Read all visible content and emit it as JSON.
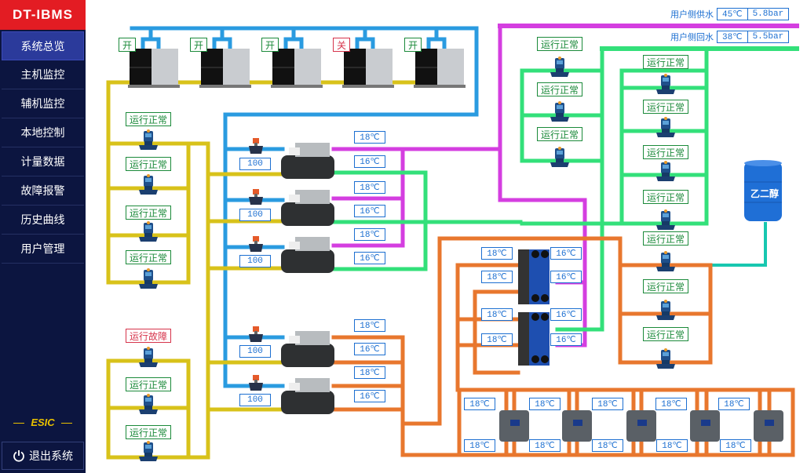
{
  "app": {
    "logo": "DT-IBMS",
    "brand": "ESIC",
    "logout_label": "退出系统"
  },
  "sidebar": {
    "items": [
      {
        "label": "系统总览",
        "active": true
      },
      {
        "label": "主机监控"
      },
      {
        "label": "辅机监控"
      },
      {
        "label": "本地控制"
      },
      {
        "label": "计量数据"
      },
      {
        "label": "故障报警"
      },
      {
        "label": "历史曲线"
      },
      {
        "label": "用户管理"
      }
    ]
  },
  "user_side": {
    "supply": {
      "label": "用户侧供水",
      "temp": "45℃",
      "pressure": "5.8bar"
    },
    "return": {
      "label": "用户侧回水",
      "temp": "38℃",
      "pressure": "5.5bar"
    }
  },
  "cooling_towers": [
    {
      "state": "开",
      "on": true
    },
    {
      "state": "开",
      "on": true
    },
    {
      "state": "开",
      "on": true
    },
    {
      "state": "关",
      "on": false
    },
    {
      "state": "开",
      "on": true
    }
  ],
  "cooling_pumps_top": [
    {
      "status": "运行正常"
    },
    {
      "status": "运行正常"
    },
    {
      "status": "运行正常"
    },
    {
      "status": "运行正常"
    }
  ],
  "cooling_pumps_bottom": [
    {
      "status": "运行故障",
      "fault": true
    },
    {
      "status": "运行正常"
    },
    {
      "status": "运行正常"
    }
  ],
  "chillers": [
    {
      "valve": "100",
      "out_temp": "18℃",
      "in_temp": "16℃"
    },
    {
      "valve": "100",
      "out_temp": "18℃",
      "in_temp": "16℃"
    },
    {
      "valve": "100",
      "out_temp": "18℃",
      "in_temp": "16℃"
    },
    {
      "valve": "100",
      "out_temp": "18℃",
      "in_temp": "16℃"
    },
    {
      "valve": "100",
      "out_temp": "18℃",
      "in_temp": "16℃"
    }
  ],
  "secondary_pumps_a": [
    {
      "status": "运行正常"
    },
    {
      "status": "运行正常"
    },
    {
      "status": "运行正常"
    }
  ],
  "secondary_pumps_b": [
    {
      "status": "运行正常"
    },
    {
      "status": "运行正常"
    },
    {
      "status": "运行正常"
    },
    {
      "status": "运行正常"
    }
  ],
  "glycol_pumps": [
    {
      "status": "运行正常"
    },
    {
      "status": "运行正常"
    },
    {
      "status": "运行正常"
    }
  ],
  "heat_exchangers": [
    {
      "left_top": "18℃",
      "left_bottom": "18℃",
      "right_top": "16℃",
      "right_bottom": "16℃"
    },
    {
      "left_top": "18℃",
      "left_bottom": "18℃",
      "right_top": "16℃",
      "right_bottom": "16℃"
    }
  ],
  "glycol_tank": {
    "label": "乙二醇"
  },
  "storage_tanks": [
    {
      "top": "18℃",
      "bottom": "18℃"
    },
    {
      "top": "18℃",
      "bottom": "18℃"
    },
    {
      "top": "18℃",
      "bottom": "18℃"
    },
    {
      "top": "18℃",
      "bottom": "18℃"
    },
    {
      "top": "18℃",
      "bottom": "18℃"
    }
  ],
  "colors": {
    "cooling_water": "#d8c21a",
    "chilled_in": "#2a9be0",
    "supply": "#d43ee0",
    "return": "#33e07a",
    "glycol": "#e8772e",
    "ok": "#1b8a3a",
    "fault": "#d6334a",
    "temp": "#1c6fd1"
  }
}
